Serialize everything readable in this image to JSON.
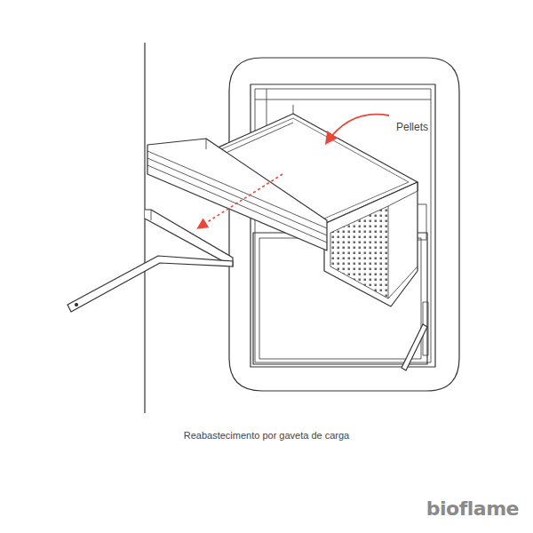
{
  "diagram": {
    "caption": "Reabastecimento por gaveta de carga",
    "labels": [
      "Pellets",
      "bioflame"
    ]
  }
}
